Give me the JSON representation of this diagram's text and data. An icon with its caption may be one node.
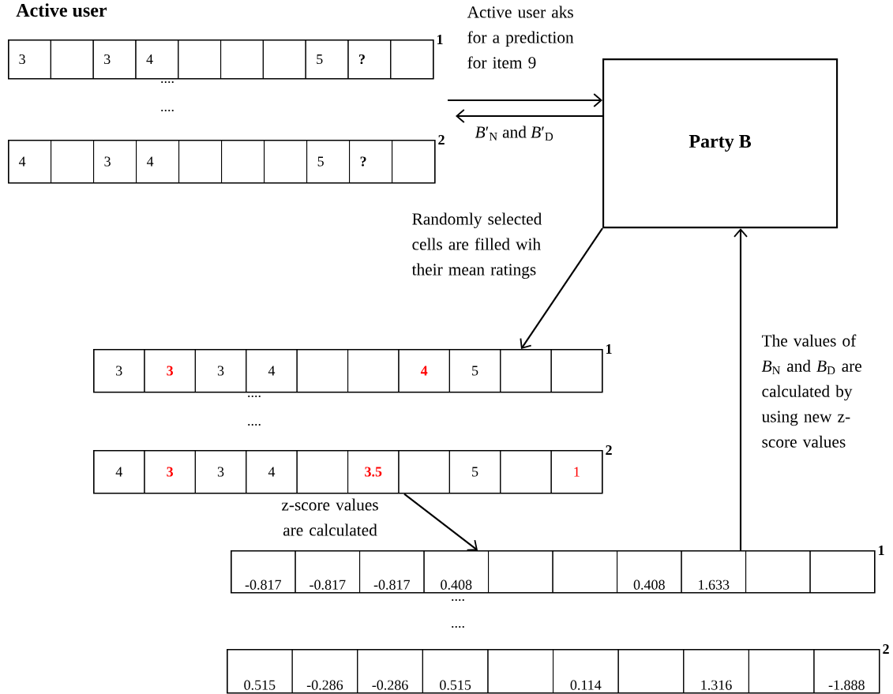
{
  "diagram": {
    "title": "Active user",
    "nodes": [
      {
        "text": [],
        "shape": "bar",
        "beside": [
          "1"
        ]
      },
      {
        "text": [
          "3"
        ],
        "in": 0
      },
      {
        "text": [],
        "shape": "box",
        "in": 0
      },
      {
        "text": [
          "3"
        ],
        "in": 0
      },
      {
        "text": [
          "4"
        ],
        "in": 0
      },
      {
        "text": [],
        "shape": "box",
        "in": 0
      },
      {
        "text": [],
        "shape": "box",
        "in": 0
      },
      {
        "text": [],
        "shape": "box",
        "in": 0
      },
      {
        "text": [
          "5"
        ],
        "in": 0
      },
      {
        "text": [
          "?"
        ],
        "in": 0
      },
      {
        "text": [],
        "shape": "box",
        "in": 0
      },
      {
        "text": [],
        "shape": "bar",
        "beside": [
          "2"
        ]
      },
      {
        "text": [
          "4"
        ],
        "in": 11
      },
      {
        "text": [],
        "shape": "box",
        "in": 11
      },
      {
        "text": [
          "3"
        ],
        "in": 11
      },
      {
        "text": [
          "4"
        ],
        "in": 11
      },
      {
        "text": [],
        "shape": "box",
        "in": 11
      },
      {
        "text": [],
        "shape": "box",
        "in": 11
      },
      {
        "text": [],
        "shape": "box",
        "in": 11
      },
      {
        "text": [
          "5"
        ],
        "in": 11
      },
      {
        "text": [
          "?"
        ],
        "in": 11
      },
      {
        "text": [],
        "shape": "box",
        "in": 11
      },
      {
        "text": [
          "Party B"
        ]
      },
      {
        "text": [],
        "shape": "bar",
        "beside": [
          "1"
        ]
      },
      {
        "text": [
          "3"
        ],
        "in": 23
      },
      {
        "text": [
          "3"
        ],
        "in": 23
      },
      {
        "text": [
          "3"
        ],
        "in": 23
      },
      {
        "text": [
          "4"
        ],
        "in": 23
      },
      {
        "text": [],
        "shape": "box",
        "in": 23
      },
      {
        "text": [],
        "shape": "box",
        "in": 23
      },
      {
        "text": [
          "4"
        ],
        "in": 23
      },
      {
        "text": [
          "5"
        ],
        "in": 23
      },
      {
        "text": [],
        "shape": "box",
        "in": 23
      },
      {
        "text": [],
        "shape": "box",
        "in": 23
      },
      {
        "text": [],
        "shape": "bar",
        "beside": [
          "2"
        ]
      },
      {
        "text": [
          "4"
        ],
        "in": 34
      },
      {
        "text": [
          "3"
        ],
        "in": 34
      },
      {
        "text": [
          "3"
        ],
        "in": 34
      },
      {
        "text": [
          "4"
        ],
        "in": 34
      },
      {
        "text": [],
        "shape": "box",
        "in": 34
      },
      {
        "text": [
          "3.5"
        ],
        "in": 34
      },
      {
        "text": [],
        "shape": "box",
        "in": 34
      },
      {
        "text": [
          "5"
        ],
        "in": 34
      },
      {
        "text": [],
        "shape": "box",
        "in": 34
      },
      {
        "text": [
          "1"
        ],
        "in": 34
      },
      {
        "text": [],
        "shape": "bar",
        "beside": [
          "1"
        ]
      },
      {
        "text": [
          "-0.817"
        ],
        "in": 45
      },
      {
        "text": [
          "-0.817"
        ],
        "in": 45
      },
      {
        "text": [
          "-0.817"
        ],
        "in": 45
      },
      {
        "text": [
          "0.408"
        ],
        "in": 45
      },
      {
        "text": [],
        "shape": "box",
        "in": 45
      },
      {
        "text": [],
        "shape": "box",
        "in": 45
      },
      {
        "text": [
          "0.408"
        ],
        "in": 45
      },
      {
        "text": [
          "1.633"
        ],
        "in": 45
      },
      {
        "text": [],
        "shape": "box",
        "in": 45
      },
      {
        "text": [],
        "shape": "box",
        "in": 45
      },
      {
        "text": [],
        "shape": "bar",
        "beside": [
          "2"
        ]
      },
      {
        "text": [
          "0.515"
        ],
        "in": 56
      },
      {
        "text": [
          "-0.286"
        ],
        "in": 56
      },
      {
        "text": [
          "-0.286"
        ],
        "in": 56
      },
      {
        "text": [
          "0.515"
        ],
        "in": 56
      },
      {
        "text": [],
        "shape": "box",
        "in": 56
      },
      {
        "text": [
          "0.114"
        ],
        "in": 56
      },
      {
        "text": [],
        "shape": "box",
        "in": 56
      },
      {
        "text": [
          "1.316"
        ],
        "in": 56
      },
      {
        "text": [],
        "shape": "box",
        "in": 56
      },
      {
        "text": [
          "-1.888"
        ],
        "in": 56
      }
    ],
    "edges": [
      {
        "from": null,
        "to": 22,
        "arrow": "to",
        "label": "Active user aks for a prediction for item 9"
      },
      {
        "from": 22,
        "to": null,
        "arrow": "to",
        "label": "*B*′$_{N}$ and *B*′$_{D}$"
      },
      {
        "from": 22,
        "to": 23,
        "arrow": "to",
        "label": "Randomly selected cells are filled wih their mean ratings"
      },
      {
        "from": 34,
        "to": 45,
        "arrow": "to",
        "label": "z-score values are calculated"
      },
      {
        "from": 45,
        "to": 22,
        "arrow": "to",
        "label": "The values of *B*$_{N}$ and *B*$_{D}$ are calculated by using new z-score values"
      }
    ],
    "labels": [
      "....",
      "....",
      "....",
      "....",
      "....",
      "...."
    ]
  }
}
